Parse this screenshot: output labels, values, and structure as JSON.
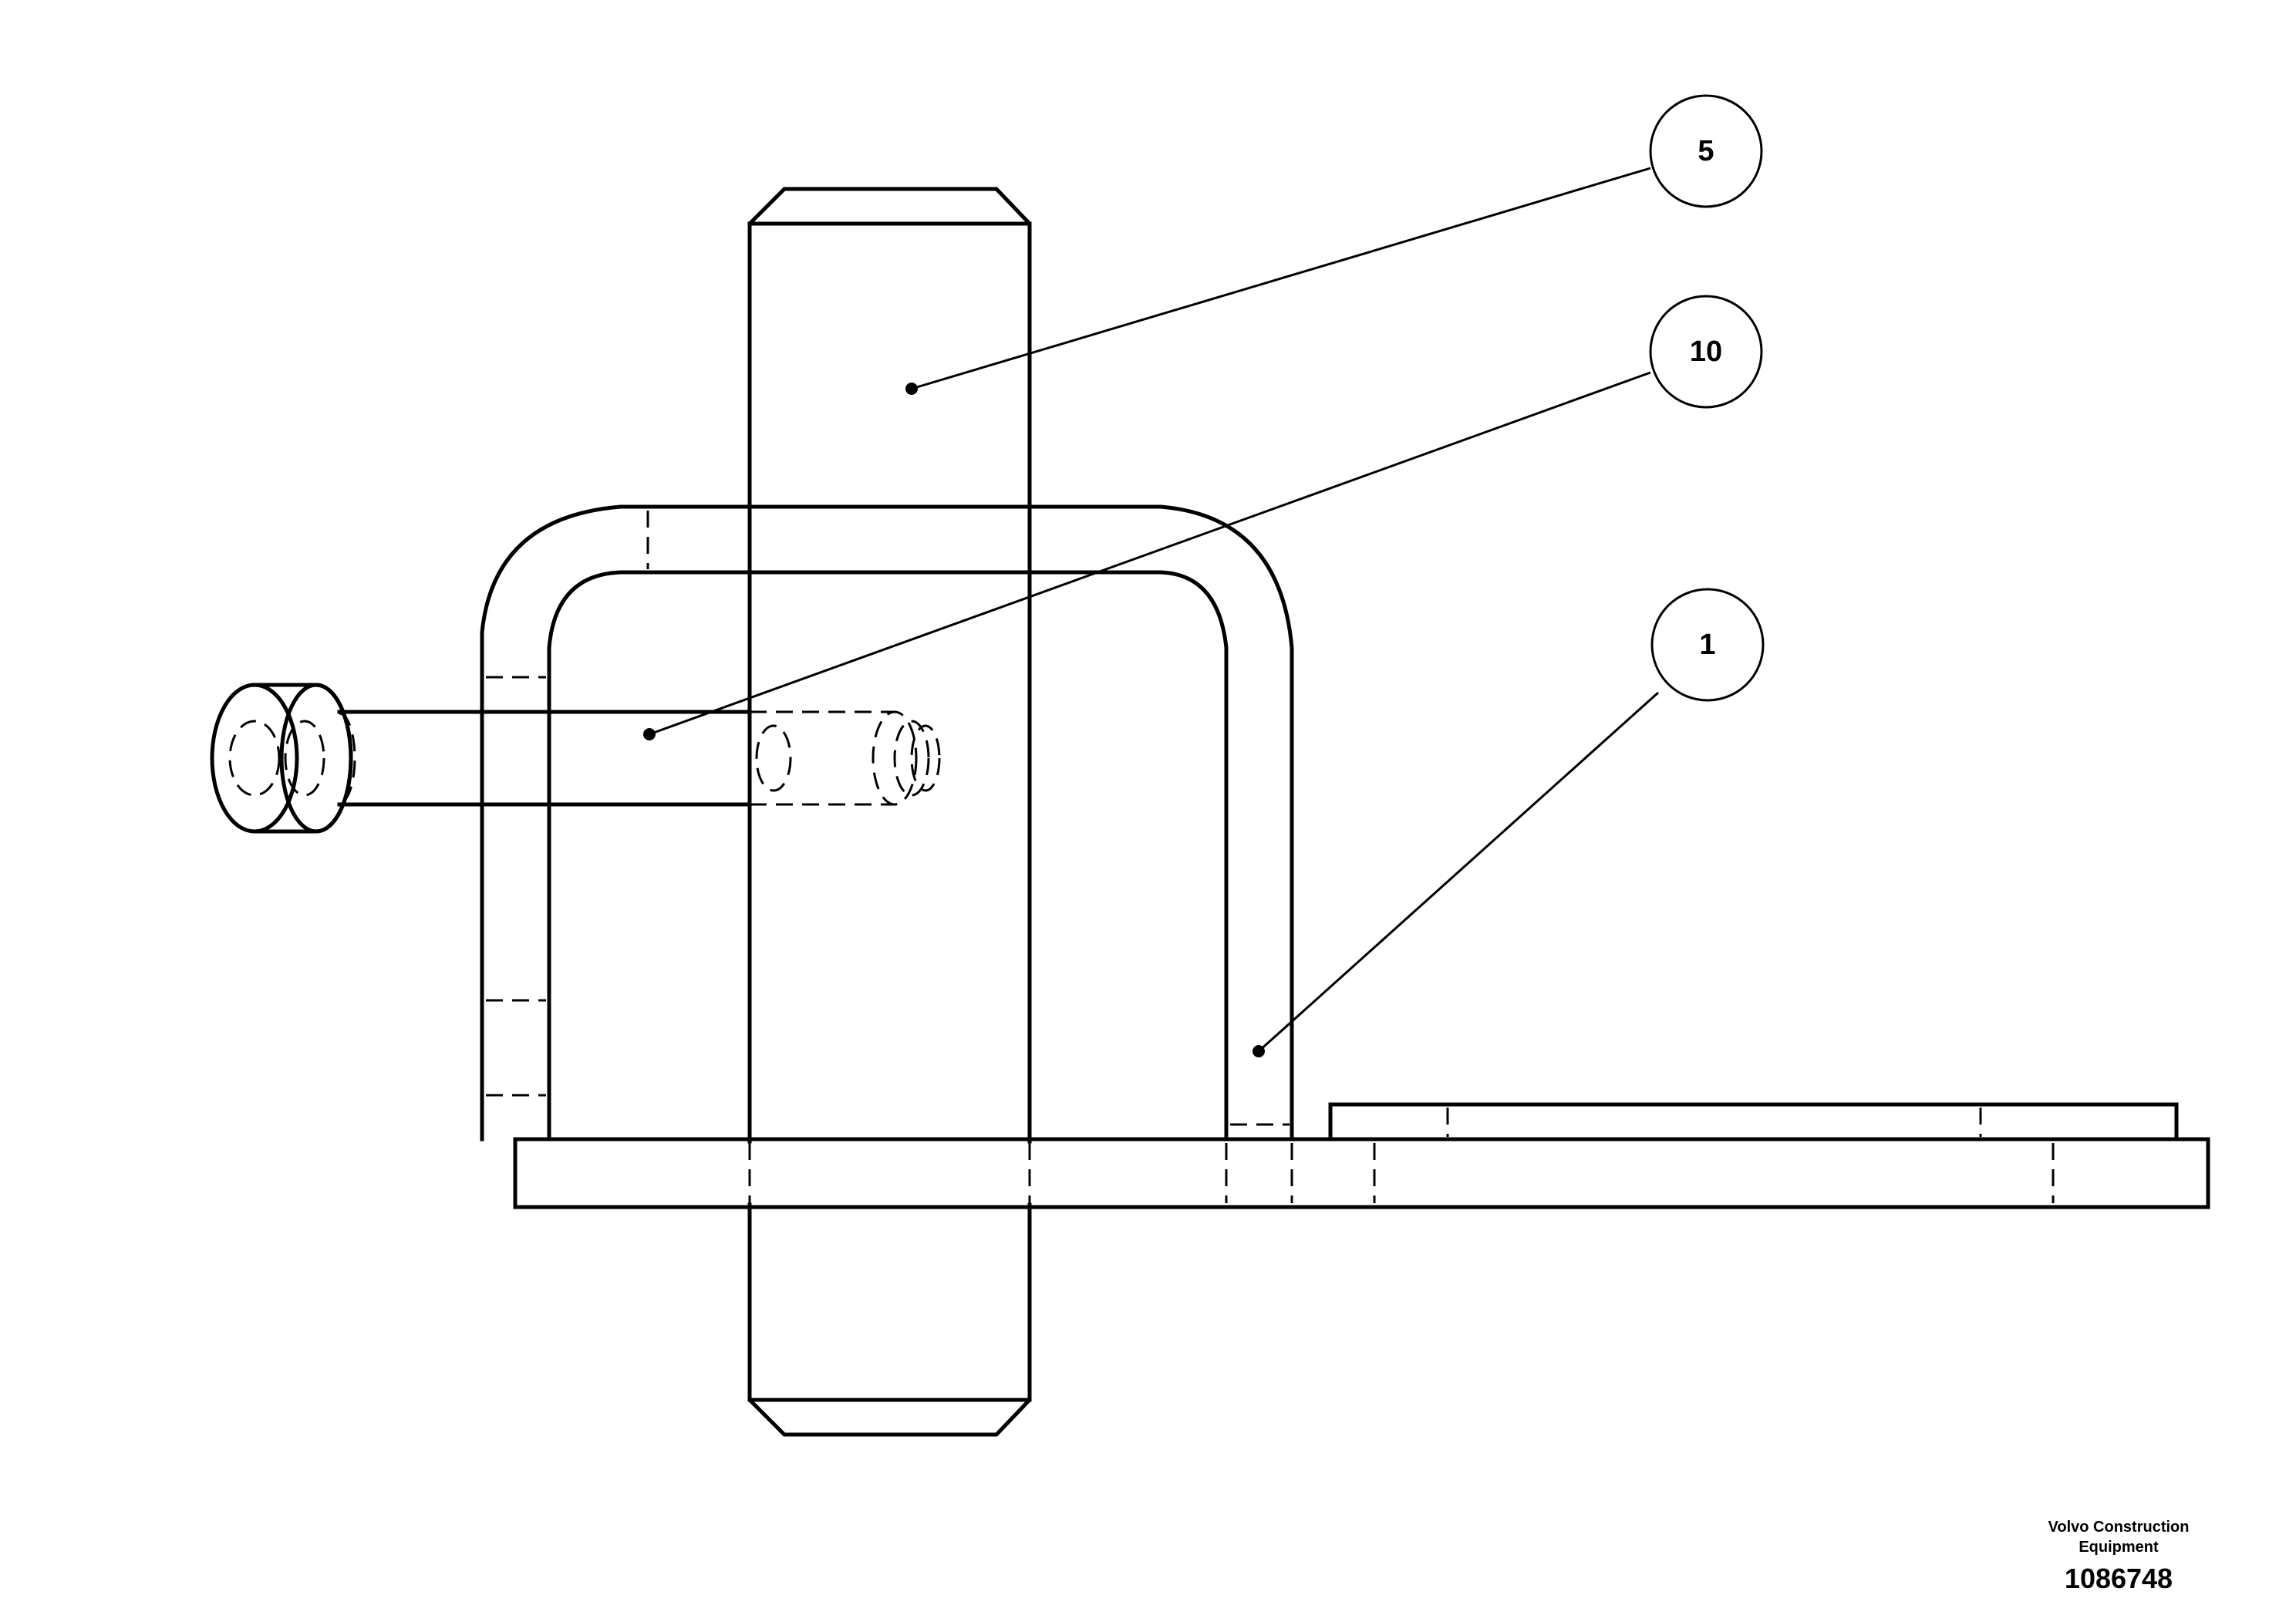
{
  "balloons": [
    {
      "label": "5"
    },
    {
      "label": "10"
    },
    {
      "label": "1"
    }
  ],
  "caption": {
    "company_line1": "Volvo Construction",
    "company_line2": "Equipment",
    "figure_number": "1086748"
  }
}
